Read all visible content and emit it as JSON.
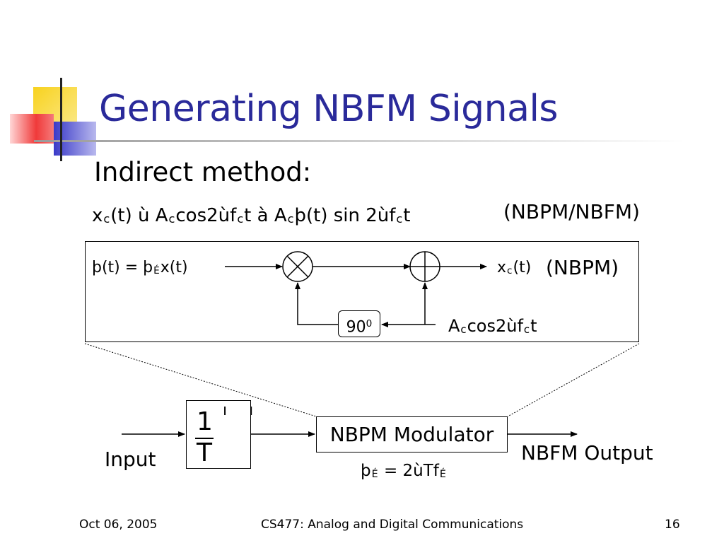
{
  "slide": {
    "title": "Generating NBFM Signals",
    "subtitle": "Indirect method:",
    "main_equation": {
      "p1": "x",
      "p2": "c",
      "p3": "(t) ù A",
      "p4": "c",
      "p5": "cos2ùf",
      "p6": "c",
      "p7": "t à A",
      "p8": "c",
      "p9": "þ(t) sin 2ùf",
      "p10": "c",
      "p11": "t",
      "tag": "(NBPM/NBFM)"
    },
    "modulator_diagram": {
      "input_equation": {
        "p1": "þ(t) = þ",
        "p2": "É",
        "p3": "x(t)"
      },
      "output_equation": {
        "p1": "x",
        "p2": "c",
        "p3": "(t)"
      },
      "output_tag": "(NBPM)",
      "carrier_equation": {
        "p1": "A",
        "p2": "c",
        "p3": "cos2ùf",
        "p4": "c",
        "p5": "t"
      },
      "phase_shift": {
        "base": "90",
        "sup": "0"
      }
    },
    "bottom_diagram": {
      "integrator": {
        "numerator": "1",
        "denominator": "T",
        "glyph": "ı ı"
      },
      "modulator_label": "NBPM Modulator",
      "input_label": "Input",
      "output_label": "NBFM Output",
      "beta_equation": {
        "p1": "þ",
        "p2": "É",
        "p3": "= 2ùTf",
        "p4": "É"
      }
    },
    "footer": {
      "date": "Oct 06, 2005",
      "course": "CS477: Analog and Digital Communications",
      "page": "16"
    }
  },
  "colors": {
    "title": "#2a2a9a",
    "deco_yellow": "#f8d21e",
    "deco_red": "#f03a3a",
    "deco_blue": "#3a3ac8",
    "line": "#000000"
  }
}
